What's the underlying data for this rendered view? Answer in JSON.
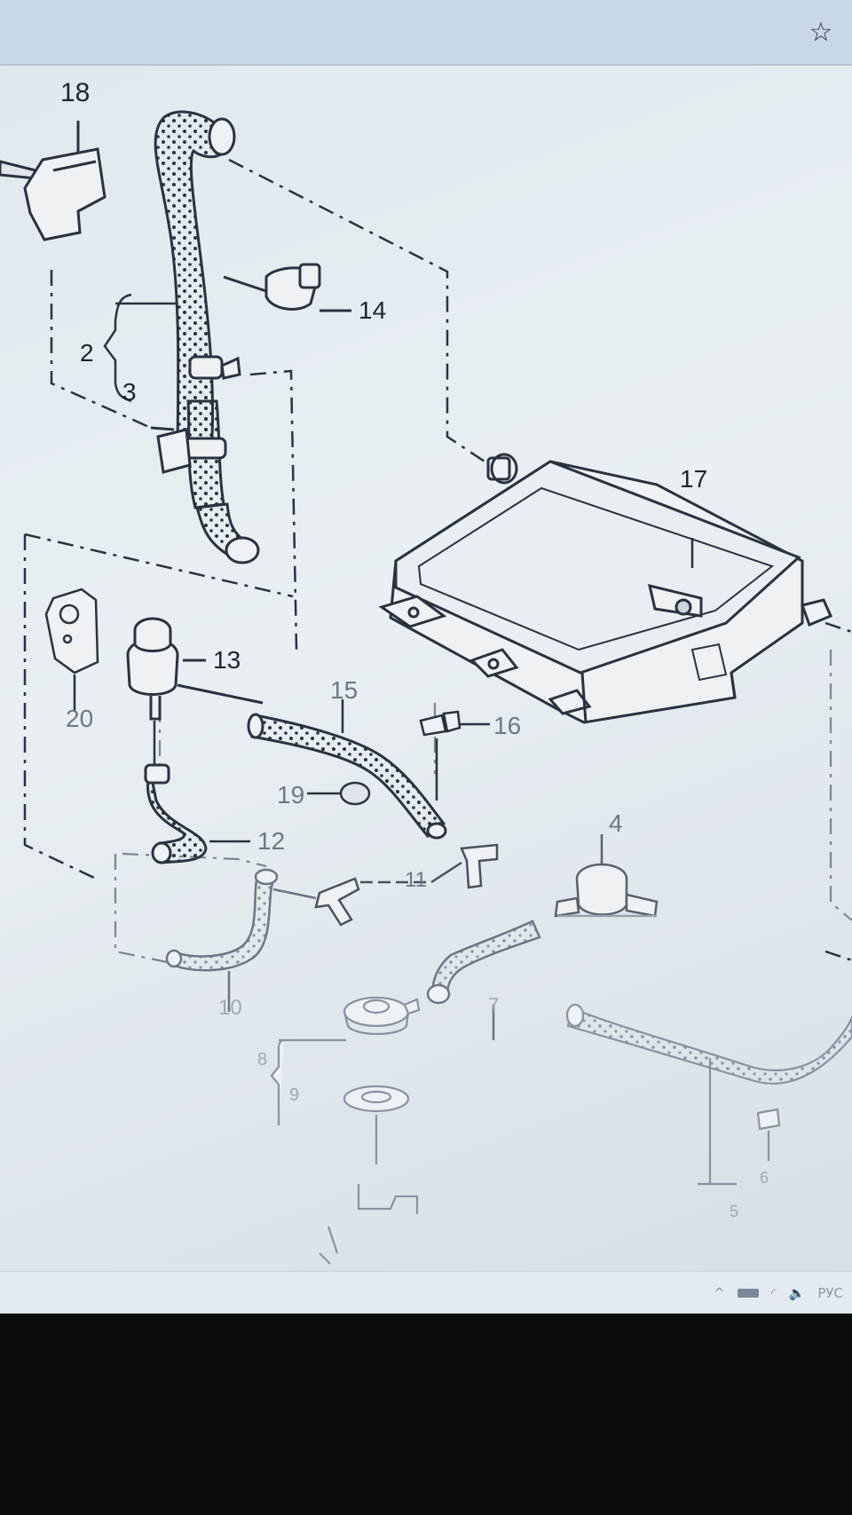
{
  "toolbar": {
    "bookmark_icon": "star-icon",
    "bookmark_glyph": "☆"
  },
  "diagram": {
    "callouts": {
      "c18": "18",
      "c14": "14",
      "c2": "2",
      "c3": "3",
      "c17": "17",
      "c13": "13",
      "c20": "20",
      "c15": "15",
      "c16": "16",
      "c19": "19",
      "c12": "12",
      "c4": "4",
      "c11": "11",
      "c10": "10",
      "c7": "7",
      "c8": "8",
      "c9": "9",
      "c6": "6",
      "c5": "5"
    }
  },
  "taskbar": {
    "tray_icons": [
      "chevron-up-icon",
      "battery-icon",
      "wifi-icon",
      "volume-icon"
    ],
    "chevron_glyph": "^",
    "wifi_glyph": "◜",
    "volume_glyph": "🔈",
    "language": "РУС"
  },
  "colors": {
    "line": "#2b3140",
    "paper": "#e6edf1",
    "bezel": "#0b0b0e"
  }
}
